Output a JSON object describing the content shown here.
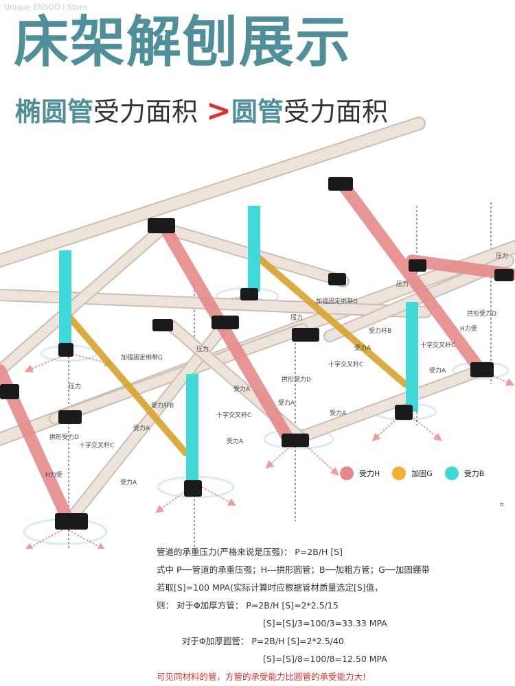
{
  "watermark": "Unique ENSOO I Store",
  "title": "床架解刨展示",
  "subtitle": {
    "part1": "椭圆管",
    "part2": "受力面积",
    "gt": ">",
    "part3": "圆管",
    "part4": "受力面积"
  },
  "labels": {
    "pressure": "压力",
    "force_a": "受力A",
    "force_b": "受力杆B",
    "cross_c": "十字交叉杆C",
    "arch_d": "拱形受力D",
    "band_g": "加强固定绑带G",
    "force_h": "H力受",
    "small_mark": "π"
  },
  "legend": [
    {
      "label": "受力H",
      "color": "#e58a8a"
    },
    {
      "label": "加固G",
      "color": "#f2b12e"
    },
    {
      "label": "受力B",
      "color": "#3fd9d9"
    }
  ],
  "formula": {
    "line1": "管道的承重压力(严格来说是压强)：  P=2B/H [S]",
    "line2": "式中 P──管道的承重压强；H---拱形圆管；B──加粗方管；G──加固绷带",
    "line3": "若取[S]=100 MPA(实际计算时应根据管材质量选定[S]值，",
    "line4": "则：  对于Φ加厚方管：  P=2B/H [S]=2*2.5/15",
    "line5": "[S]=[S]/3=100/3=33.33 MPA",
    "line6": "对于Φ加厚圆管：  P=2B/H [S]=2*2.5/40",
    "line7": "[S]=[S]/8=100/8=12.50 MPA",
    "conclusion": "可见同材料的管，方管的承受能力比圆管的承受能力大!"
  },
  "colors": {
    "title": "#4f8f99",
    "tube": "#ece3da",
    "pink": "#e58a8a",
    "yellow": "#d9a22b",
    "cyan": "#3fd9d9",
    "joint": "#1a1a1a",
    "arrow": "#f08a8a"
  }
}
